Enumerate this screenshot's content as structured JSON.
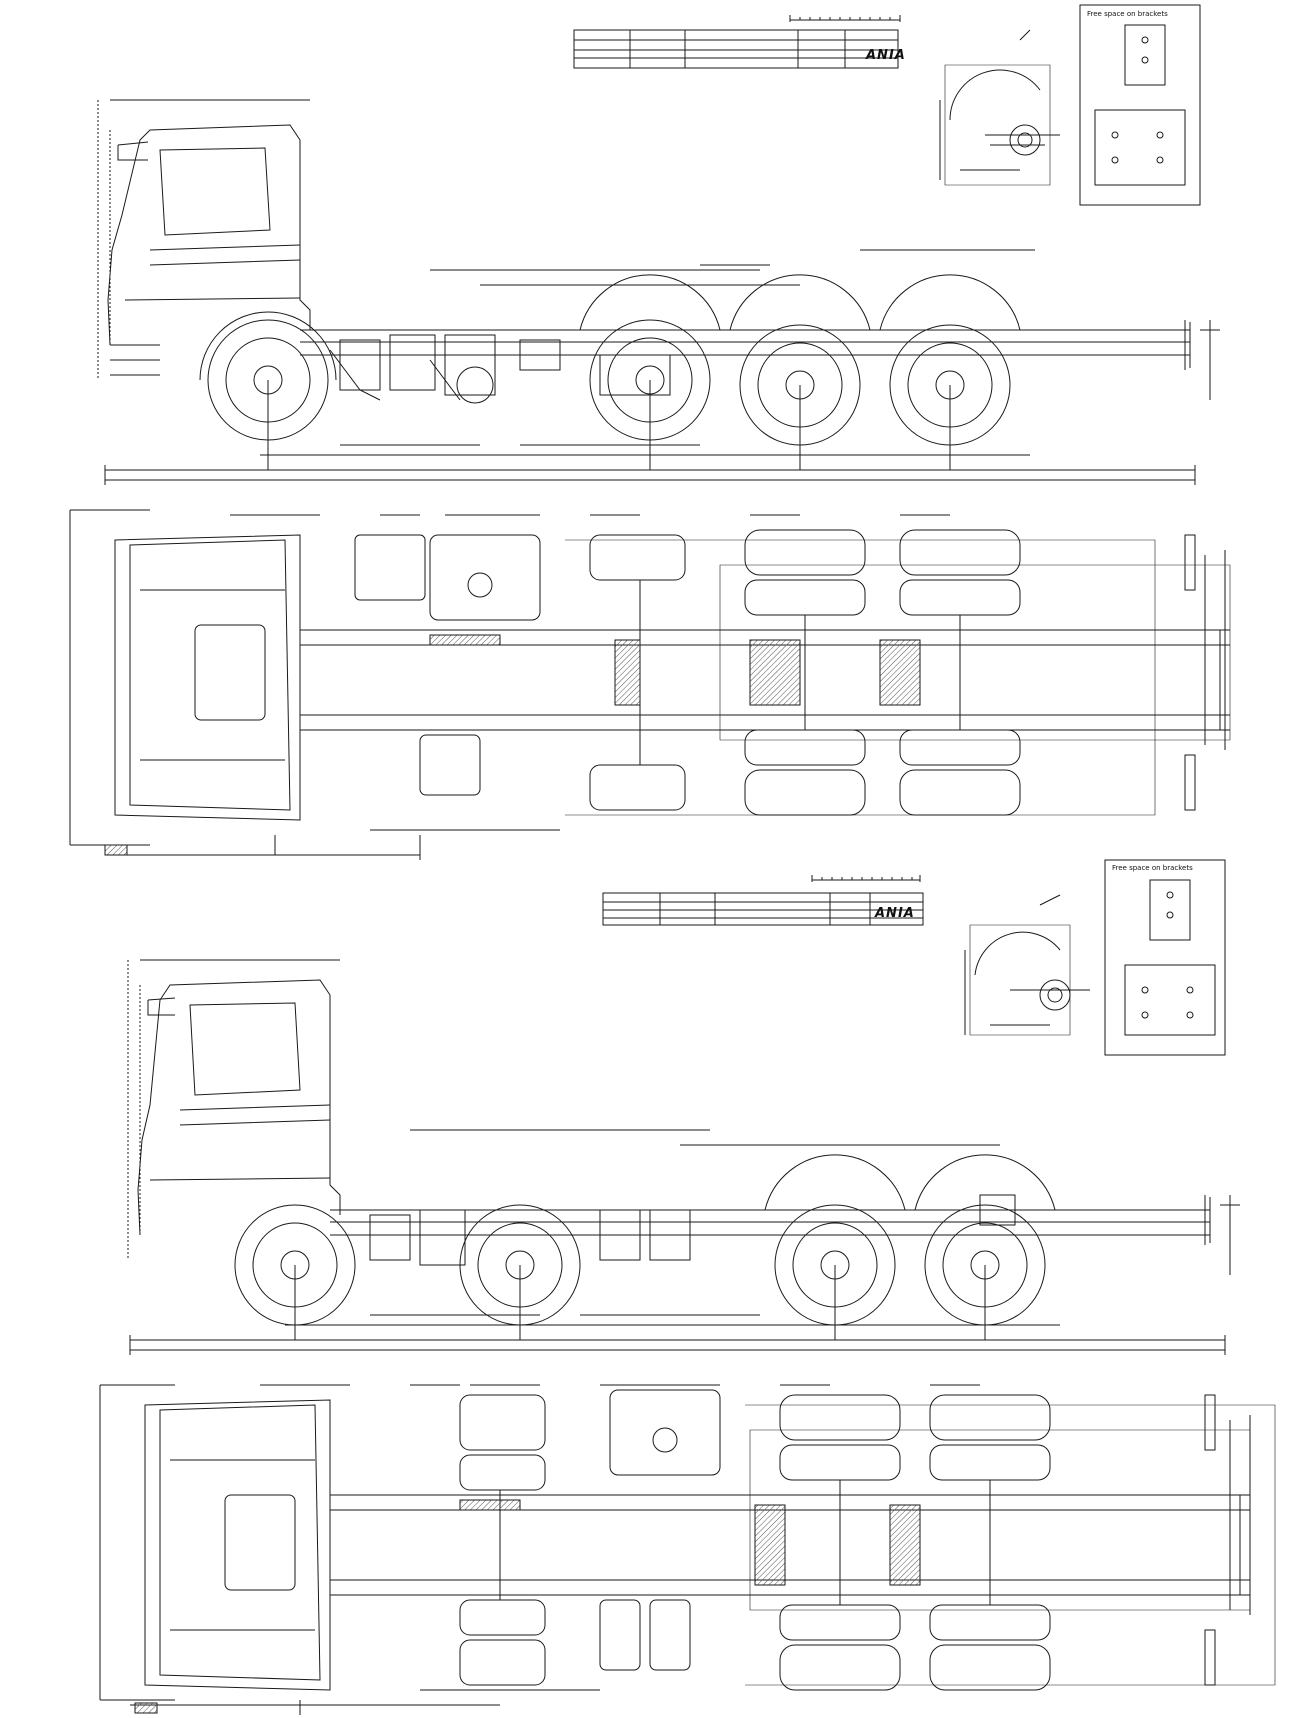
{
  "sheets": [
    {
      "logo_text": "ANIA",
      "free_space_label": "Free space on brackets",
      "title_block": {
        "rows": [
          [
            "",
            "",
            "",
            "",
            ""
          ],
          [
            "",
            "",
            "",
            "",
            ""
          ]
        ]
      },
      "notes": [
        "",
        "",
        ""
      ],
      "detail_label": ""
    },
    {
      "logo_text": "ANIA",
      "free_space_label": "Free space on brackets",
      "title_block": {
        "rows": [
          [
            "",
            "",
            "",
            "",
            ""
          ],
          [
            "",
            "",
            "",
            "",
            ""
          ]
        ]
      },
      "notes": [
        "",
        "",
        ""
      ],
      "detail_label": ""
    }
  ],
  "colors": {
    "line": "#1a1a1a",
    "hatch": "#555555",
    "paper": "#ffffff"
  }
}
